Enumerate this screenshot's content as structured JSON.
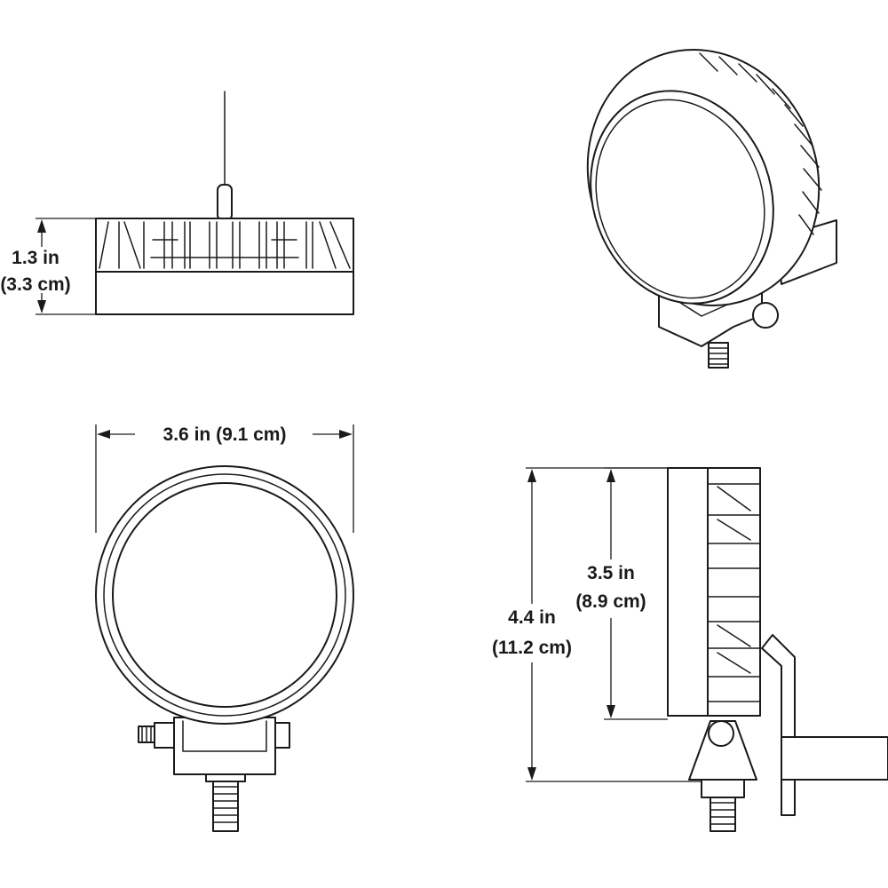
{
  "dimensions": {
    "depth": {
      "imperial": "1.3 in",
      "metric": "(3.3 cm)"
    },
    "width": {
      "combined": "3.6 in (9.1 cm)"
    },
    "lens_height": {
      "imperial": "3.5 in",
      "metric": "(8.9 cm)"
    },
    "overall_height": {
      "imperial": "4.4 in",
      "metric": "(11.2 cm)"
    }
  },
  "colors": {
    "line": "#1a1a1a",
    "background": "#ffffff"
  }
}
